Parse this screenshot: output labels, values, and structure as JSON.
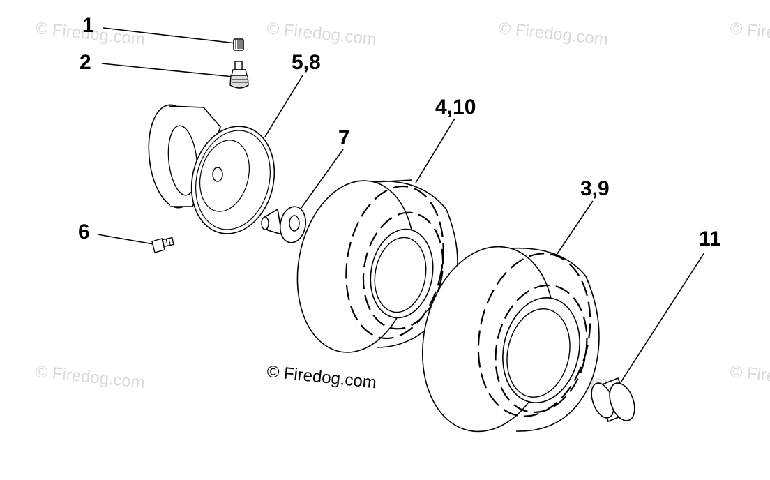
{
  "diagram": {
    "callouts": {
      "c1": "1",
      "c2": "2",
      "c58": "5,8",
      "c7": "7",
      "c410": "4,10",
      "c39": "3,9",
      "c6": "6",
      "c11": "11"
    },
    "watermark": "© Firedog.com",
    "colors": {
      "line": "#000000",
      "watermark": "#d9d9d9",
      "background": "#ffffff"
    }
  }
}
